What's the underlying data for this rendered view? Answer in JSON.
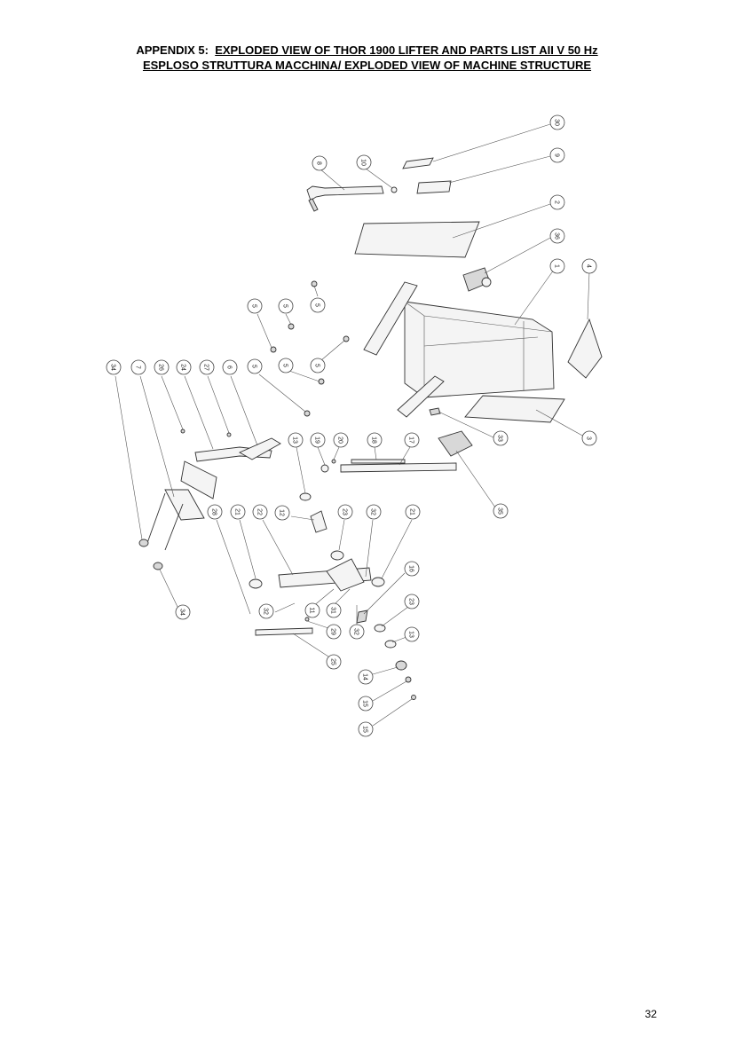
{
  "header": {
    "line1_prefix": "APPENDIX 5:",
    "line1_title": "EXPLODED VIEW OF THOR 1900 LIFTER AND PARTS LIST AII V 50 Hz",
    "line2_title": "ESPLOSO STRUTTURA MACCHINA/ EXPLODED VIEW OF MACHINE STRUCTURE"
  },
  "callouts": [
    {
      "id": "c30",
      "label": "30"
    },
    {
      "id": "c9",
      "label": "9"
    },
    {
      "id": "c8",
      "label": "8"
    },
    {
      "id": "c10",
      "label": "10"
    },
    {
      "id": "c2",
      "label": "2"
    },
    {
      "id": "c36",
      "label": "36"
    },
    {
      "id": "c1",
      "label": "1"
    },
    {
      "id": "c4",
      "label": "4"
    },
    {
      "id": "c3",
      "label": "3"
    },
    {
      "id": "c33",
      "label": "33"
    },
    {
      "id": "c35",
      "label": "35"
    },
    {
      "id": "c5a",
      "label": "5"
    },
    {
      "id": "c5b",
      "label": "5"
    },
    {
      "id": "c5c",
      "label": "5"
    },
    {
      "id": "c5d",
      "label": "5"
    },
    {
      "id": "c5e",
      "label": "5"
    },
    {
      "id": "c5f",
      "label": "5"
    },
    {
      "id": "c34a",
      "label": "34"
    },
    {
      "id": "c7",
      "label": "7"
    },
    {
      "id": "c26",
      "label": "26"
    },
    {
      "id": "c24",
      "label": "24"
    },
    {
      "id": "c27",
      "label": "27"
    },
    {
      "id": "c6",
      "label": "6"
    },
    {
      "id": "c13a",
      "label": "13"
    },
    {
      "id": "c19",
      "label": "19"
    },
    {
      "id": "c20",
      "label": "20"
    },
    {
      "id": "c18",
      "label": "18"
    },
    {
      "id": "c17",
      "label": "17"
    },
    {
      "id": "c28",
      "label": "28"
    },
    {
      "id": "c21a",
      "label": "21"
    },
    {
      "id": "c22",
      "label": "22"
    },
    {
      "id": "c12",
      "label": "12"
    },
    {
      "id": "c23a",
      "label": "23"
    },
    {
      "id": "c32a",
      "label": "32"
    },
    {
      "id": "c21b",
      "label": "21"
    },
    {
      "id": "c16",
      "label": "16"
    },
    {
      "id": "c23b",
      "label": "23"
    },
    {
      "id": "c13b",
      "label": "13"
    },
    {
      "id": "c32b",
      "label": "32"
    },
    {
      "id": "c11",
      "label": "11"
    },
    {
      "id": "c31",
      "label": "31"
    },
    {
      "id": "c29",
      "label": "29"
    },
    {
      "id": "c32c",
      "label": "32"
    },
    {
      "id": "c25",
      "label": "25"
    },
    {
      "id": "c34b",
      "label": "34"
    },
    {
      "id": "c14",
      "label": "14"
    },
    {
      "id": "c15a",
      "label": "15"
    },
    {
      "id": "c15b",
      "label": "15"
    }
  ],
  "page_number": "32"
}
